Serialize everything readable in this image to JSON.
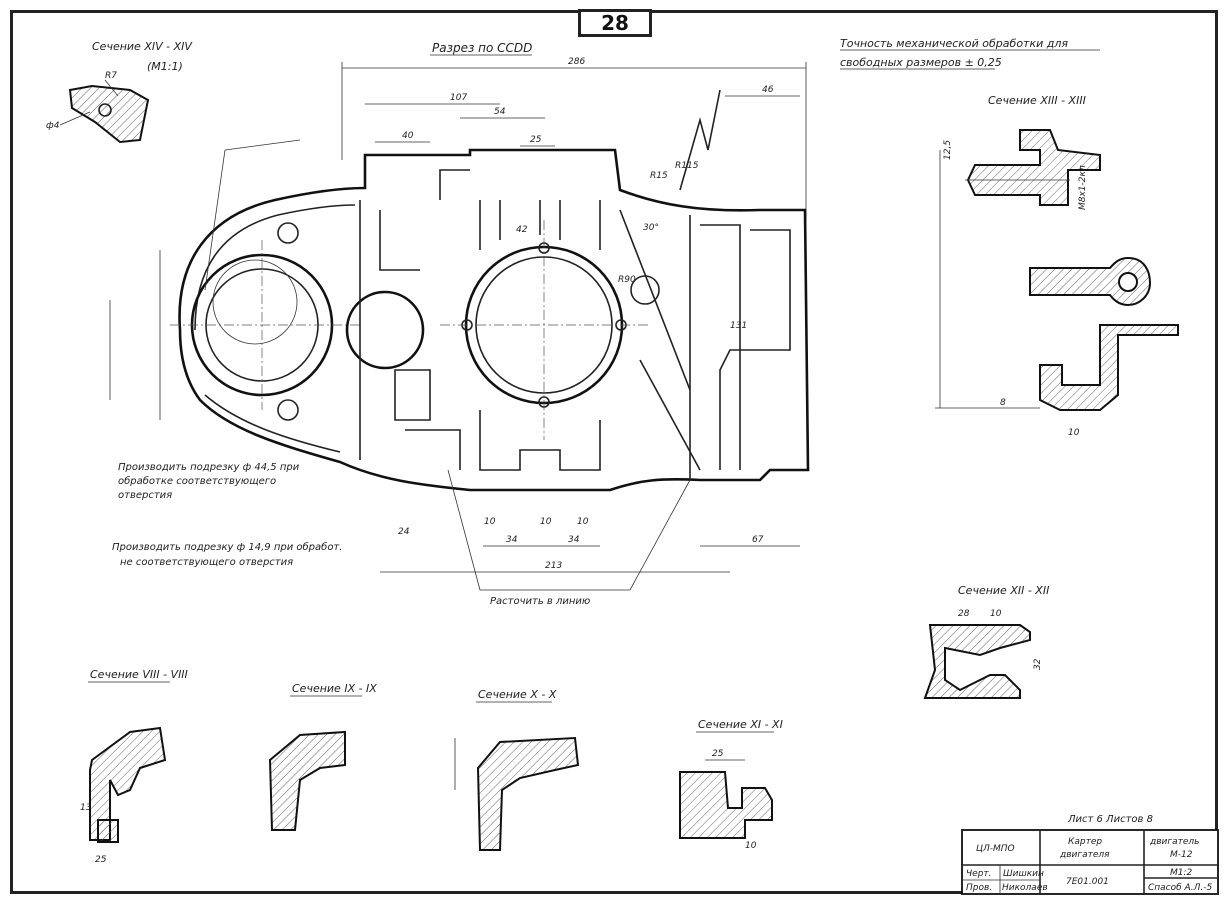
{
  "page_number": "28",
  "main_section_title": "Разрез по CCDD",
  "accuracy_note": {
    "line1": "Точность механической обработки для",
    "line2": "свободных размеров ± 0,25"
  },
  "sections": {
    "xiv": "Сечение XIV - XIV",
    "xiv_scale": "(М1:1)",
    "xiii": "Сечение XIII - XIII",
    "xii": "Сечение XII - XII",
    "viii": "Сечение VIII - VIII",
    "ix": "Сечение IX - IX",
    "x": "Сечение X - X",
    "xi": "Сечение XI - XI"
  },
  "notes": {
    "note1_line1": "Производить подрезку ф 44,5 при",
    "note1_line2": "обработке соответствующего",
    "note1_line3": "отверстия",
    "note2_line1": "Производить подрезку ф 14,9 при обработ.",
    "note2_line2": "не соответствующего отверстия",
    "leader_note": "Расточить в линию"
  },
  "dimensions": {
    "d286": "286",
    "d107": "107",
    "d54": "54",
    "d46": "46",
    "d40": "40",
    "d25": "25",
    "d42": "42",
    "d213": "213",
    "d67": "67",
    "d34a": "34",
    "d34b": "34",
    "d10a": "10",
    "d10b": "10",
    "d10c": "10",
    "d24": "24",
    "d131": "131",
    "dR7": "R7",
    "d4": "ф4",
    "d28": "28",
    "d10d": "10",
    "d32": "32",
    "d25b": "25",
    "d8": "8",
    "d10e": "10",
    "dR15": "R15",
    "dR115": "R115",
    "dR90": "R90",
    "d30": "30°",
    "dM81": "М8х1-2кл",
    "d125": "12,5",
    "d13": "13",
    "d25c": "25"
  },
  "title_block": {
    "sheet_info": "Лист 6   Листов 8",
    "org": "ЦЛ-МПО",
    "part_name_line1": "Картер",
    "part_name_line2": "двигателя",
    "product_line1": "двигатель",
    "product_line2": "М-12",
    "drawing_number": "7Е01.001",
    "scale": "М1:2",
    "material": "Спасоб А.Л.-5",
    "role1": "Черт.",
    "role2": "Пров.",
    "sign1": "Шишкин",
    "sign2": "Николаев"
  }
}
